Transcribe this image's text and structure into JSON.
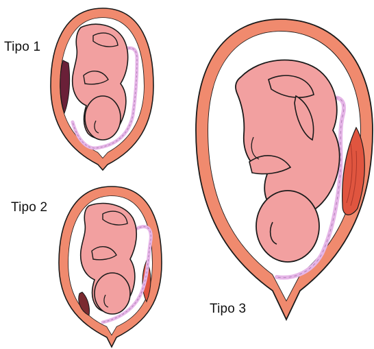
{
  "labels": {
    "tipo1": "Tipo 1",
    "tipo2": "Tipo 2",
    "tipo3": "Tipo 3"
  },
  "colors": {
    "uterine_wall": "#F08A6E",
    "fetus_skin": "#F2A0A0",
    "outline": "#1a1a1a",
    "placenta": "#E0553F",
    "placenta_dark_tipo1": "#6A2038",
    "cord": "#E6B6E8",
    "background": "#FFFFFF"
  },
  "icons": [
    "uterus-illustration",
    "fetus-illustration",
    "placenta-shape",
    "umbilical-cord"
  ]
}
